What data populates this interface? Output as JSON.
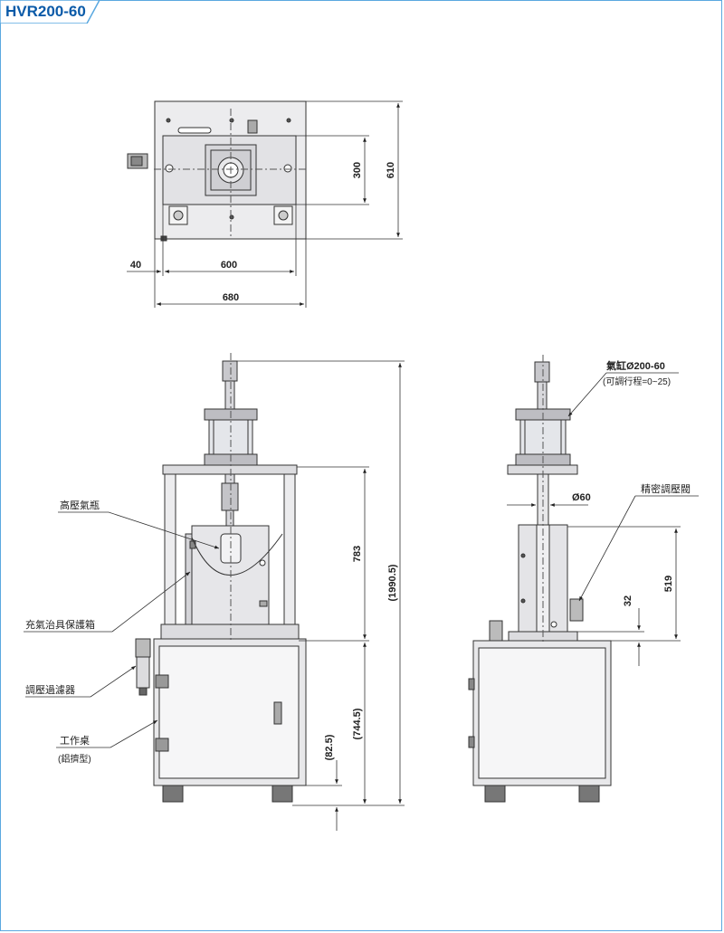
{
  "title": "HVR200-60",
  "colors": {
    "accent": "#0a5aa8",
    "frame": "#5aa8e0",
    "panel": "#e8e8ea",
    "line": "#333333"
  },
  "top_view": {
    "dim_300": "300",
    "dim_610": "610",
    "dim_40": "40",
    "dim_600": "600",
    "dim_680": "680"
  },
  "front_view": {
    "label_cylinder_bottle": "高壓氣瓶",
    "label_protect_box": "充氣治具保護箱",
    "label_regulator_filter": "調壓過濾器",
    "label_workbench": "工作桌",
    "label_workbench_sub": "(鋁擠型)",
    "dim_783": "783",
    "dim_1990_5": "(1990.5)",
    "dim_744_5": "(744.5)",
    "dim_82_5": "(82.5)"
  },
  "side_view": {
    "label_cylinder": "氣缸Ø200-60",
    "label_cylinder_sub": "(可調行程=0~25)",
    "label_precision_valve": "精密調壓閥",
    "dim_dia60": "Ø60",
    "dim_519": "519",
    "dim_32": "32"
  }
}
